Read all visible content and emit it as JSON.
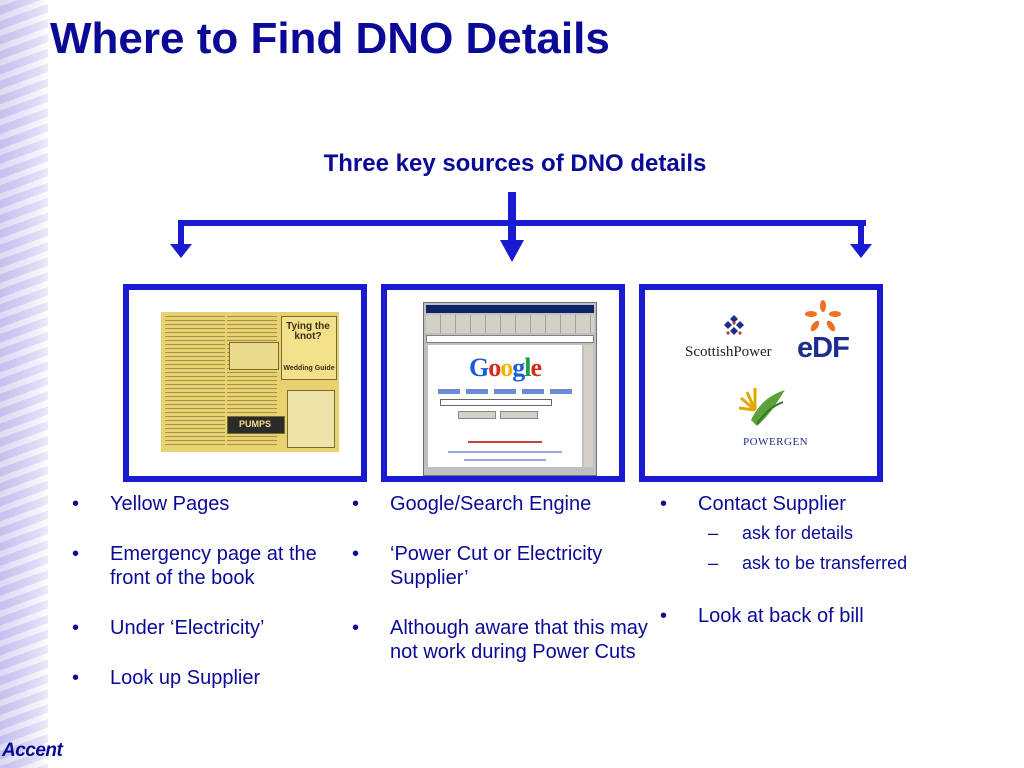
{
  "slide": {
    "title": "Where to Find DNO Details",
    "subtitle": "Three key sources of DNO details"
  },
  "images": {
    "yellow_pages": {
      "ad_text_1": "Tying the knot?",
      "ad_text_2": "Wedding Guide",
      "ad_text_3": "PUMPS"
    },
    "browser": {
      "logo_text": "Google"
    },
    "suppliers": {
      "scottish_power": "ScottishPower",
      "edf": "eDF",
      "powergen": "POWERGEN"
    }
  },
  "columns": [
    {
      "bullets": [
        "Yellow Pages",
        "Emergency page at the front of the book",
        "Under ‘Electricity’",
        "Look up Supplier"
      ]
    },
    {
      "bullets": [
        "Google/Search Engine",
        "‘Power Cut or Electricity Supplier’",
        "Although aware that this may not work during Power Cuts"
      ]
    },
    {
      "bullets": [
        "Contact Supplier",
        "Look at back of bill"
      ],
      "sub_bullets": [
        "ask for details",
        "ask to be transferred"
      ]
    }
  ],
  "footer": {
    "logo": "Accent"
  },
  "colors": {
    "primary": "#0a0a96",
    "frame": "#1a1ad2"
  }
}
